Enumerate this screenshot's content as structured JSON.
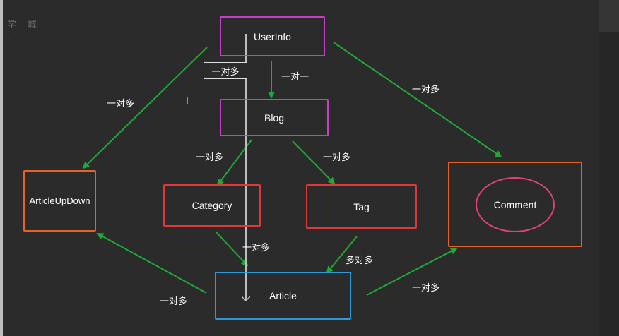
{
  "watermark": "学 城",
  "colors": {
    "background": "#2b2b2b",
    "arrow": "#22a838",
    "userinfo_border": "#c63fc6",
    "blog_border": "#c63fc6",
    "category_border": "#e0383a",
    "tag_border": "#e0383a",
    "articleupdown_border": "#e8602a",
    "comment_border": "#e8602a",
    "comment_ellipse": "#e23f7c",
    "article_border": "#2a9bd8",
    "overlay_arrow": "#bdbdbd"
  },
  "nodes": {
    "userinfo": "UserInfo",
    "blog": "Blog",
    "category": "Category",
    "tag": "Tag",
    "articleupdown": "ArticleUpDown",
    "comment": "Comment",
    "article": "Article"
  },
  "edge_labels": {
    "userinfo_blog": "一对一",
    "userinfo_articleupdown": "一对多",
    "userinfo_article_boxed": "一对多",
    "userinfo_comment": "一对多",
    "blog_category": "一对多",
    "blog_tag": "一对多",
    "category_article": "一对多",
    "tag_article": "多对多",
    "article_articleupdown": "一对多",
    "article_comment": "一对多"
  }
}
